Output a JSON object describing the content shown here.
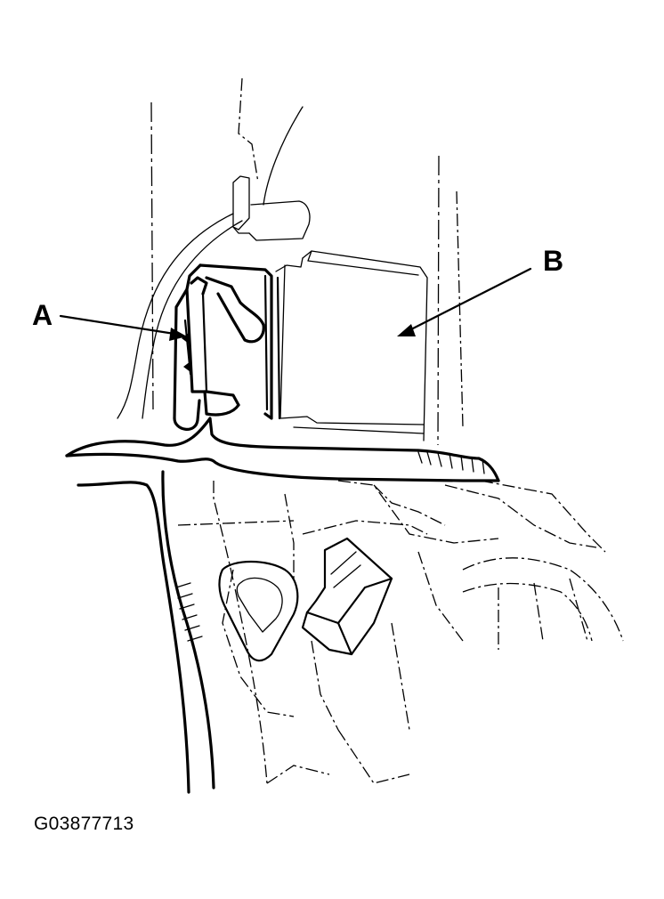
{
  "callouts": {
    "a": "A",
    "b": "B"
  },
  "figure_id": "G03877713",
  "colors": {
    "line": "#000000",
    "background": "#ffffff"
  }
}
